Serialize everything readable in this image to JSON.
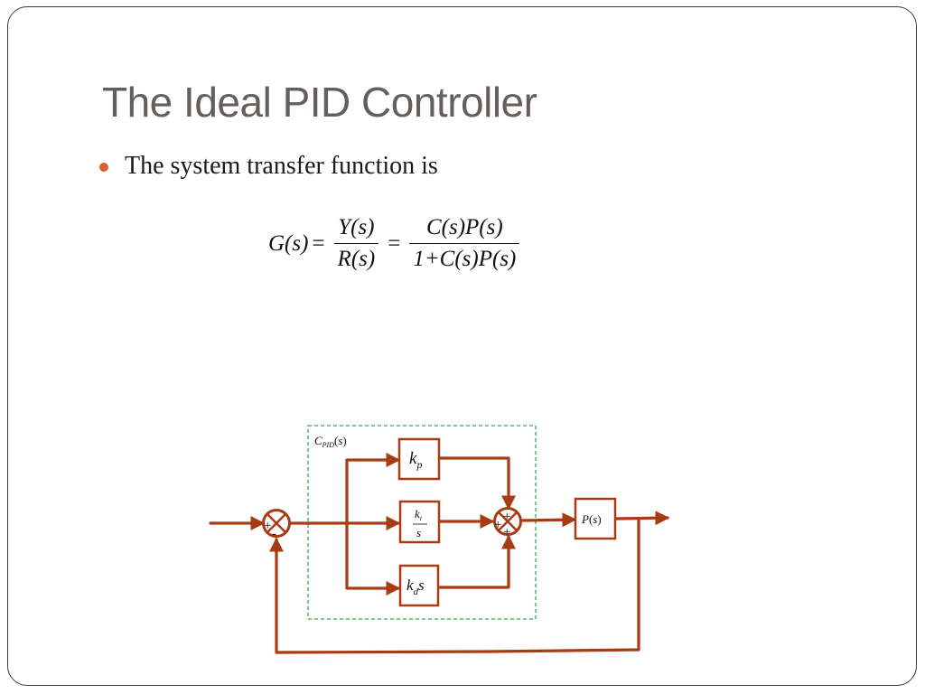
{
  "slide": {
    "title": "The Ideal PID Controller",
    "bullets": [
      "The system transfer function is"
    ]
  },
  "equation": {
    "lhs": "G(s)",
    "equals": "=",
    "frac1_num": "Y(s)",
    "frac1_den": "R(s)",
    "frac2_num": "C(s)P(s)",
    "frac2_den": "1+C(s)P(s)"
  },
  "diagram": {
    "controller_label": "C_PID(s)",
    "kp_block": "k_p",
    "ki_block_num": "k_i",
    "ki_block_den": "s",
    "kd_block": "k_d s",
    "plant_block": "P(s)",
    "sum1_signs": [
      "+",
      "-"
    ],
    "sum2_signs": [
      "+",
      "+",
      "+"
    ],
    "colors": {
      "signal": "#a83a14",
      "dashed_box": "#26b04a",
      "frame": "#3a3a3a",
      "title": "#645f5c",
      "bullet": "#d9602a"
    }
  }
}
